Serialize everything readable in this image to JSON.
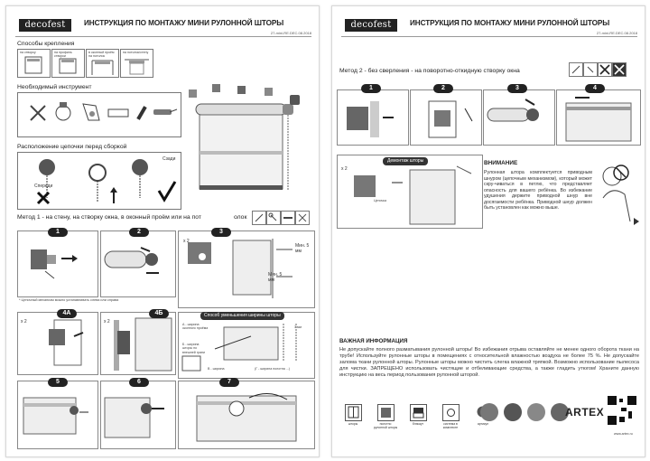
{
  "brand": {
    "logo": "decofest",
    "title": "ИНСТРУКЦИЯ ПО МОНТАЖУ МИНИ РУЛОННОЙ ШТОРЫ",
    "code": "27-mini-RE.DEC.08.2018"
  },
  "left": {
    "mounting": {
      "heading": "Способы крепления",
      "options": [
        "на створку",
        "на профиль створки",
        "в оконный проём на потолок",
        "на потолок/стену"
      ]
    },
    "tools": {
      "heading": "Необходимый инструмент"
    },
    "chain": {
      "heading": "Расположение цепочки перед сборкой",
      "labels": {
        "left": "Спереди",
        "right": "Сзади"
      }
    },
    "method1": {
      "heading": "Метод 1 - на стену, на створку окна, в оконный проём или на пот",
      "suffix": "олок",
      "steps": [
        "1",
        "2",
        "3"
      ],
      "x2": "x 2",
      "min1": "Мин. 5 мм",
      "min2": "Мин. 5 мм",
      "foot": "* Цепочный механизм можно устанавливать слева или справа"
    },
    "method1b": {
      "steps": [
        "4А",
        "4Б"
      ],
      "x2a": "x 2",
      "x2b": "x 2",
      "reduce": "Способ уменьшения ширины шторы",
      "ra": "А - ширина оконного проёма",
      "rb": "Б - ширина шторы по внешней грани",
      "r3": "3 мм",
      "f1": "В - ширина",
      "f2": "(Г - ширина полотна ...)",
      "step5": "5",
      "step6": "6",
      "step7": "7"
    }
  },
  "right": {
    "method2": {
      "heading": "Метод 2 - без сверления - на поворотно-откидную створку окна",
      "steps": [
        "1",
        "2",
        "3",
        "4"
      ]
    },
    "dismount": {
      "label": "Демонтаж шторы",
      "x2": "x 2",
      "detail": "Цепочка"
    },
    "attention": {
      "heading": "ВНИМАНИЕ",
      "text": "Рулонная штора комплектуется приводным шнуром (цепочным механизмом), который может скру-чиваться в петлю, что представляет опасность для вашего ребёнка. Во избежание удушения держите приводной шнур вне досягаемости ребёнка. Приводной шнур должен быть установлен как можно выше."
    },
    "important": {
      "heading": "ВАЖНАЯ ИНФОРМАЦИЯ",
      "text": "Не допускайте полного разматывания рулонной шторы! Во избежания отрыва оставляйте не менее одного оборота ткани на трубе! Используйте рулонные шторы в помещениях с относительной влажностью воздуха не более 75 %. Не допускайте залома ткани рулонной шторы. Рулонные шторы можно чистить слегка влажной тряпкой. Возможно использование пылесоса для чистки. ЗАПРЕЩЕНО использовать чистящие и отбеливающие средства, а также гладить утюгом! Храните данную инструкцию на весь период пользования рулонной шторой."
    },
    "bottom": {
      "icons": [
        "шторы",
        "полотно рулонной шторы",
        "блэкаут",
        "система в комплекте",
        "артикул"
      ],
      "brand": "ARTEX",
      "site": "www.artex.ru"
    }
  }
}
